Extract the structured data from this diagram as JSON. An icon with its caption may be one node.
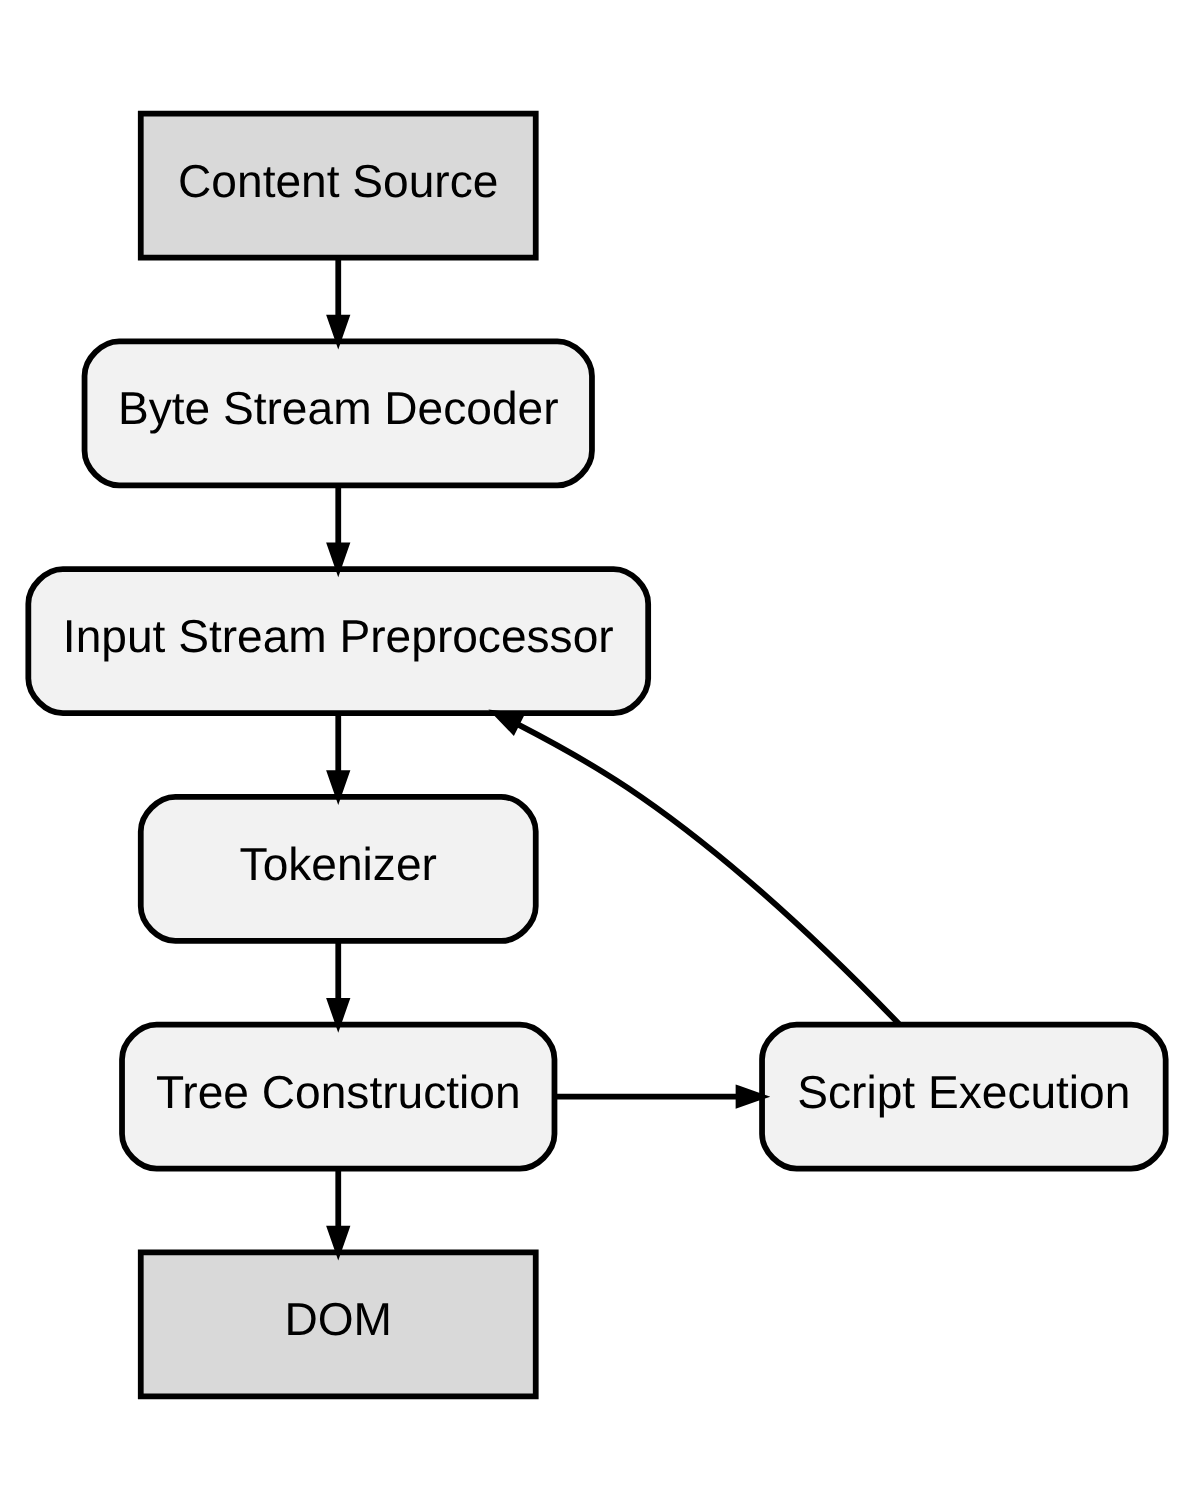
{
  "diagram": {
    "nodes": [
      {
        "text": [
          "Content Source"
        ]
      },
      {
        "text": [
          "Byte Stream Decoder"
        ]
      },
      {
        "text": [
          "Input Stream Preprocessor"
        ]
      },
      {
        "text": [
          "Tokenizer"
        ]
      },
      {
        "text": [
          "Tree Construction"
        ]
      },
      {
        "text": [
          "Script Execution"
        ]
      },
      {
        "text": [
          "DOM"
        ]
      }
    ],
    "edges": [
      {
        "from": 0,
        "to": 1,
        "arrow": "to"
      },
      {
        "from": 1,
        "to": 2,
        "arrow": "to"
      },
      {
        "from": 2,
        "to": 3,
        "arrow": "to"
      },
      {
        "from": 3,
        "to": 4,
        "arrow": "to"
      },
      {
        "from": 4,
        "to": 5,
        "arrow": "to"
      },
      {
        "from": 5,
        "to": 2,
        "arrow": "to"
      },
      {
        "from": 4,
        "to": 6,
        "arrow": "to"
      }
    ]
  }
}
